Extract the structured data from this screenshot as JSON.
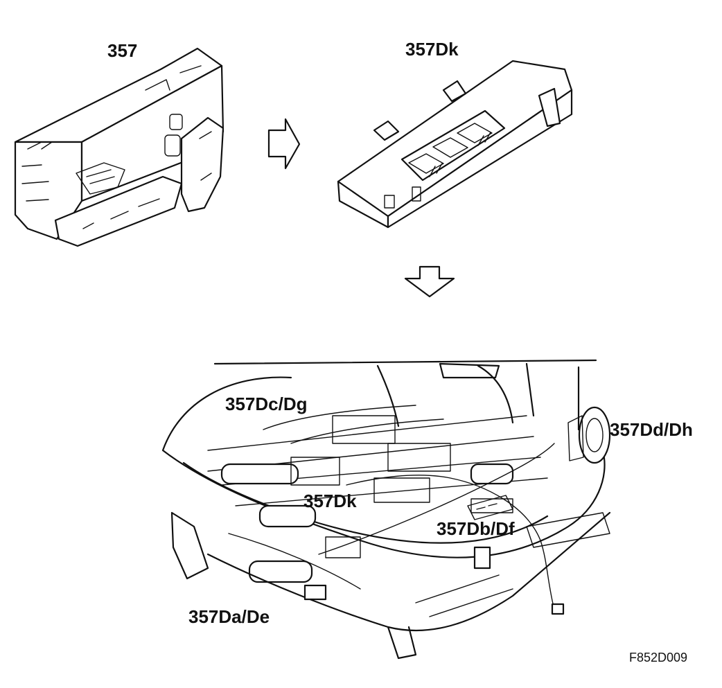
{
  "labels": {
    "old_switch": "357",
    "new_module": "357Dk",
    "part_dc_dg": "357Dc/Dg",
    "part_dd_dh": "357Dd/Dh",
    "part_dk_installed": "357Dk",
    "part_db_df": "357Db/Df",
    "part_da_de": "357Da/De",
    "figure_code": "F852D009"
  },
  "icons": {
    "arrow_right": "outline-arrow-right-icon",
    "arrow_down": "outline-arrow-down-icon"
  }
}
